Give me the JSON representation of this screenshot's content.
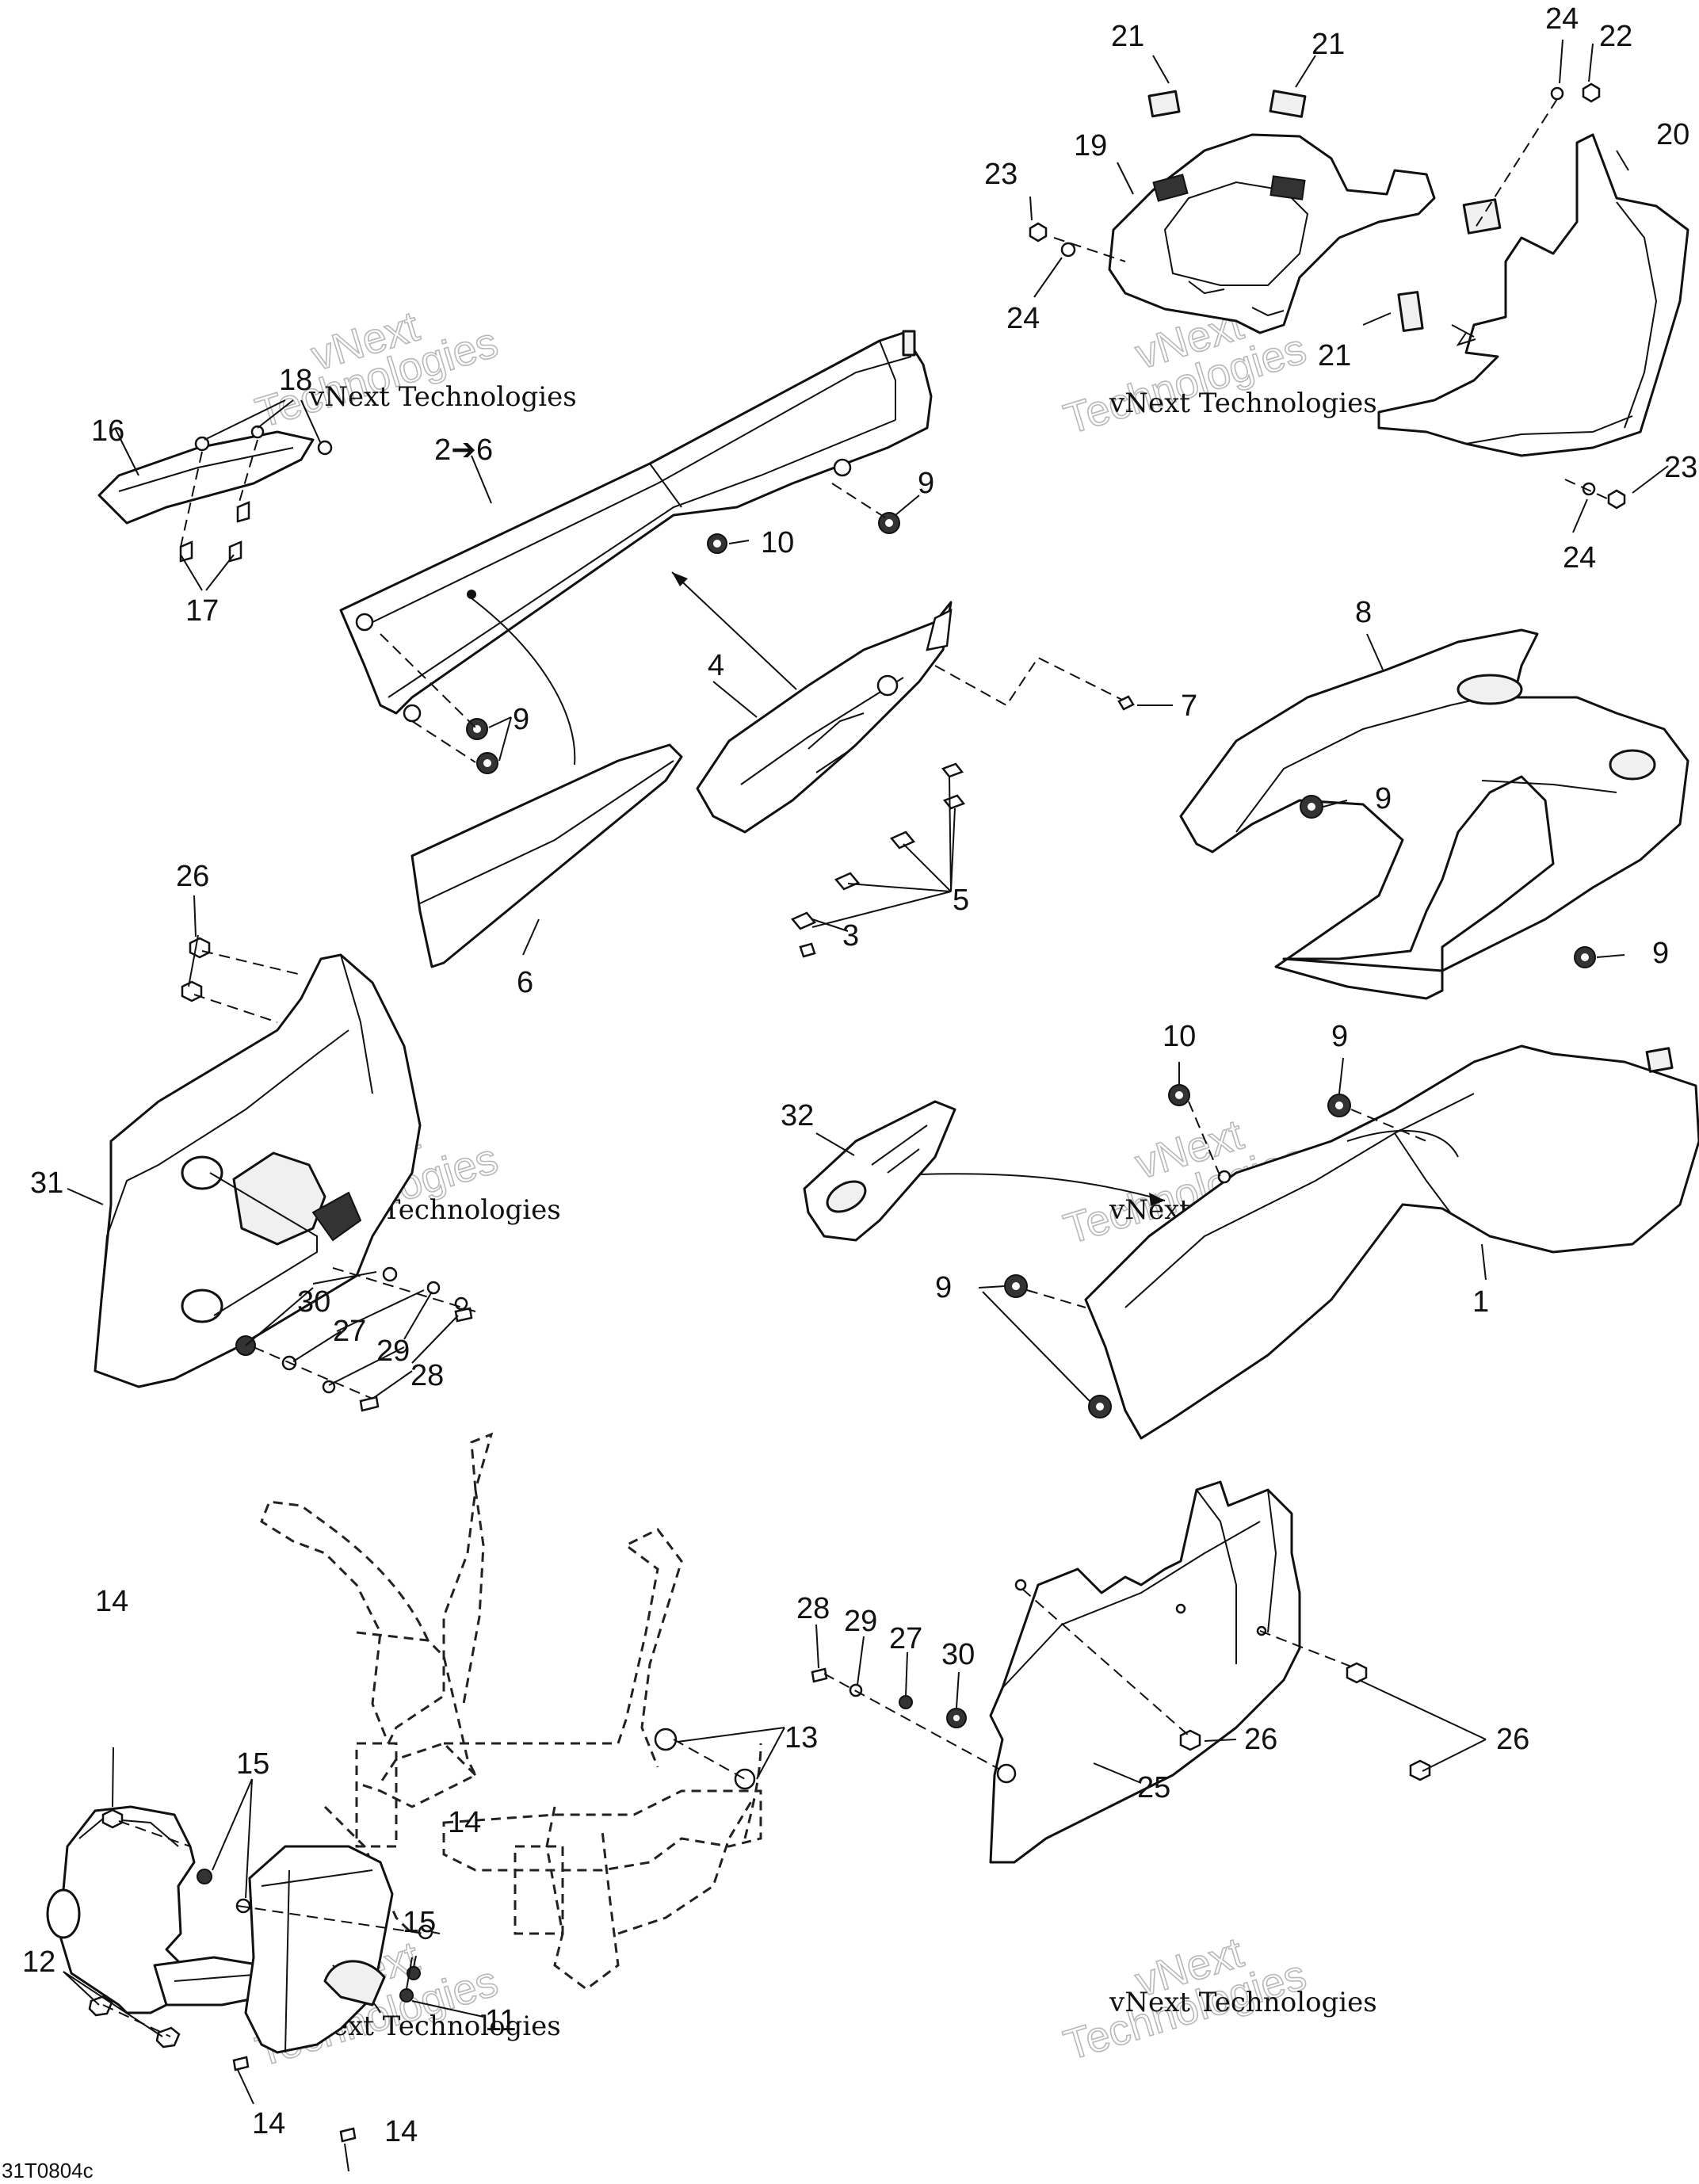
{
  "watermark": {
    "company": "vNext Technologies",
    "word": "Technologies",
    "brand": "vNext"
  },
  "figure_code": "31T0804c",
  "callouts": [
    {
      "id": "c21a",
      "text": "21"
    },
    {
      "id": "c21b",
      "text": "21"
    },
    {
      "id": "c24a",
      "text": "24"
    },
    {
      "id": "c22",
      "text": "22"
    },
    {
      "id": "c19",
      "text": "19"
    },
    {
      "id": "c20",
      "text": "20"
    },
    {
      "id": "c23a",
      "text": "23"
    },
    {
      "id": "c24b",
      "text": "24"
    },
    {
      "id": "c21c",
      "text": "21"
    },
    {
      "id": "c23b",
      "text": "23"
    },
    {
      "id": "c24c",
      "text": "24"
    },
    {
      "id": "c18",
      "text": "18"
    },
    {
      "id": "c16",
      "text": "16"
    },
    {
      "id": "c2to6",
      "text": "2➔6"
    },
    {
      "id": "c9a",
      "text": "9"
    },
    {
      "id": "c10a",
      "text": "10"
    },
    {
      "id": "c17",
      "text": "17"
    },
    {
      "id": "c4",
      "text": "4"
    },
    {
      "id": "c7",
      "text": "7"
    },
    {
      "id": "c9b",
      "text": "9"
    },
    {
      "id": "c8",
      "text": "8"
    },
    {
      "id": "c9c",
      "text": "9"
    },
    {
      "id": "c5",
      "text": "5"
    },
    {
      "id": "c3",
      "text": "3"
    },
    {
      "id": "c6",
      "text": "6"
    },
    {
      "id": "c9d",
      "text": "9"
    },
    {
      "id": "c26a",
      "text": "26"
    },
    {
      "id": "c10b",
      "text": "10"
    },
    {
      "id": "c9e",
      "text": "9"
    },
    {
      "id": "c32",
      "text": "32"
    },
    {
      "id": "c31",
      "text": "31"
    },
    {
      "id": "c30a",
      "text": "30"
    },
    {
      "id": "c27a",
      "text": "27"
    },
    {
      "id": "c29a",
      "text": "29"
    },
    {
      "id": "c28a",
      "text": "28"
    },
    {
      "id": "c9f",
      "text": "9"
    },
    {
      "id": "c1",
      "text": "1"
    },
    {
      "id": "c14a",
      "text": "14"
    },
    {
      "id": "c28b",
      "text": "28"
    },
    {
      "id": "c29b",
      "text": "29"
    },
    {
      "id": "c27b",
      "text": "27"
    },
    {
      "id": "c30b",
      "text": "30"
    },
    {
      "id": "c15a",
      "text": "15"
    },
    {
      "id": "c13",
      "text": "13"
    },
    {
      "id": "c26b",
      "text": "26"
    },
    {
      "id": "c26c",
      "text": "26"
    },
    {
      "id": "c14b",
      "text": "14"
    },
    {
      "id": "c25",
      "text": "25"
    },
    {
      "id": "c15b",
      "text": "15"
    },
    {
      "id": "c12",
      "text": "12"
    },
    {
      "id": "c11",
      "text": "11"
    },
    {
      "id": "c14c",
      "text": "14"
    },
    {
      "id": "c14d",
      "text": "14"
    }
  ]
}
